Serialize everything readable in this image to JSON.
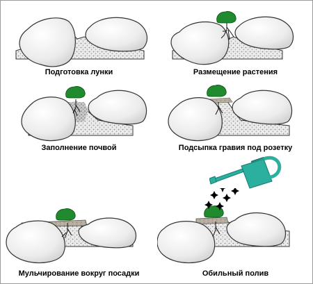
{
  "steps": [
    {
      "caption": "Подготовка лунки"
    },
    {
      "caption": "Размещение растения"
    },
    {
      "caption": "Заполнение почвой"
    },
    {
      "caption": "Подсыпка гравия под розетку"
    },
    {
      "caption": "Мульчирование вокруг посадки"
    },
    {
      "caption": "Обильный полив"
    }
  ],
  "colors": {
    "rock": "#f0f0f0",
    "rock_outline": "#333333",
    "gravel": "#e2e2e2",
    "soil": "#bdbdbd",
    "mulch": "#b0a89a",
    "plant": "#1f8a2e",
    "watering_can": "#2bb0a0"
  },
  "icons": [
    "rock-icon",
    "plant-icon",
    "roots-icon",
    "watering-can-icon",
    "sparkle-icon"
  ]
}
